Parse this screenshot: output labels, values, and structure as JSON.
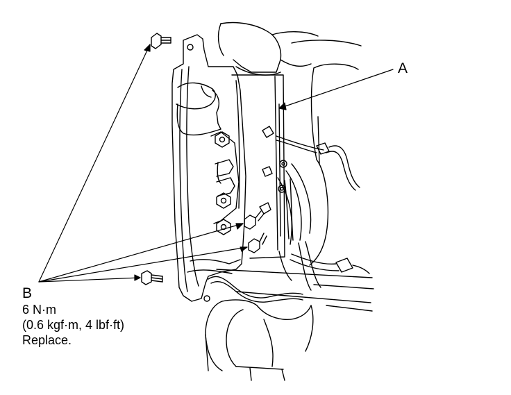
{
  "labels": {
    "a": "A",
    "b": "B",
    "torque": "6 N·m",
    "torque_alt": "(0.6 kgf·m, 4 lbf·ft)",
    "note": "Replace."
  },
  "colors": {
    "line": "#000000",
    "background": "#ffffff"
  }
}
